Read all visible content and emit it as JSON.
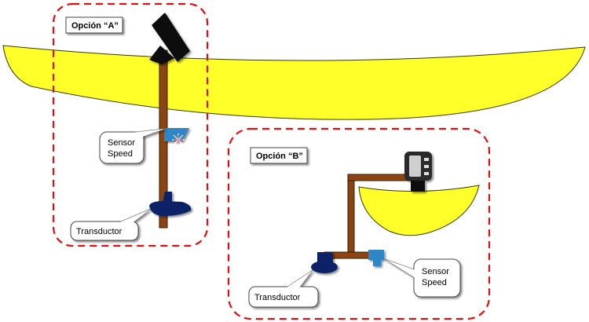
{
  "option_a": {
    "title": "Opción “A”"
  },
  "option_b": {
    "title": "Opción “B”"
  },
  "labels": {
    "sensor_speed_a": [
      "Sensor",
      "Speed"
    ],
    "transductor_a": "Transductor",
    "sensor_speed_b": [
      "Sensor",
      "Speed"
    ],
    "transductor_b": "Transductor"
  },
  "colors": {
    "hull": "#ffff2a",
    "hull_outline": "#3a3a00",
    "pole": "#8b4513",
    "pole_outline": "#3b1a06",
    "dashed_box": "#e01010",
    "transducer": "#0c2466",
    "sensor": "#2f86c7",
    "mount_head": "#111111",
    "display_case": "#2a2a2a",
    "display_screen": "#cfcfcf"
  }
}
